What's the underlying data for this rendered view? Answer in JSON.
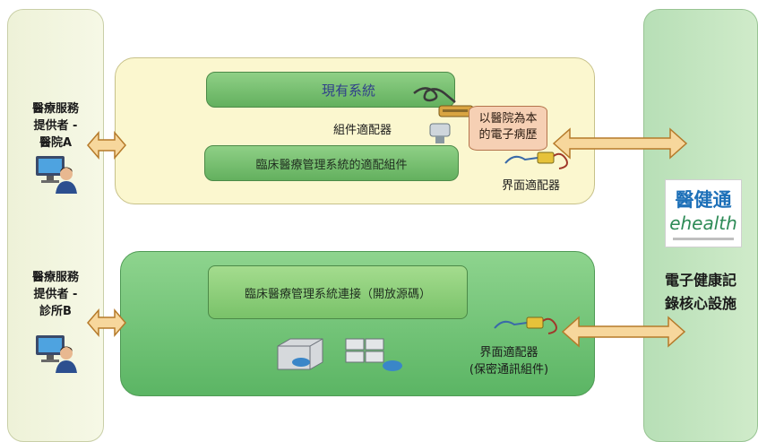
{
  "provider_a": {
    "line1": "醫療服務",
    "line2": "提供者 -",
    "line3": "醫院A"
  },
  "provider_b": {
    "line1": "醫療服務",
    "line2": "提供者 -",
    "line3": "診所B"
  },
  "hospital": {
    "existing_system": "現有系統",
    "component_adapter": "組件適配器",
    "cms_adapter": "臨床醫療管理系統的適配組件",
    "ehr_line1": "以醫院為本",
    "ehr_line2": "的電子病歷",
    "interface_adapter": "界面適配器"
  },
  "clinic": {
    "cms_connect": "臨床醫療管理系統連接（開放源碼）",
    "interface_adapter_line1": "界面適配器",
    "interface_adapter_line2": "(保密通訊組件)"
  },
  "core": {
    "logo_cn": "醫健通",
    "logo_en": "ehealth",
    "line1": "電子健康記",
    "line2": "錄核心設施"
  },
  "colors": {
    "arrow_fill": "#f7d79c",
    "arrow_stroke": "#b57a2a",
    "logo_blue": "#1d70b8",
    "logo_green": "#2e8b57",
    "logo_teal": "#2aa1b3"
  },
  "icons": [
    "user-computer-icon",
    "cable-plug-icon",
    "modem-icon",
    "adapter-device-icon",
    "server-icon",
    "server-group-icon"
  ]
}
